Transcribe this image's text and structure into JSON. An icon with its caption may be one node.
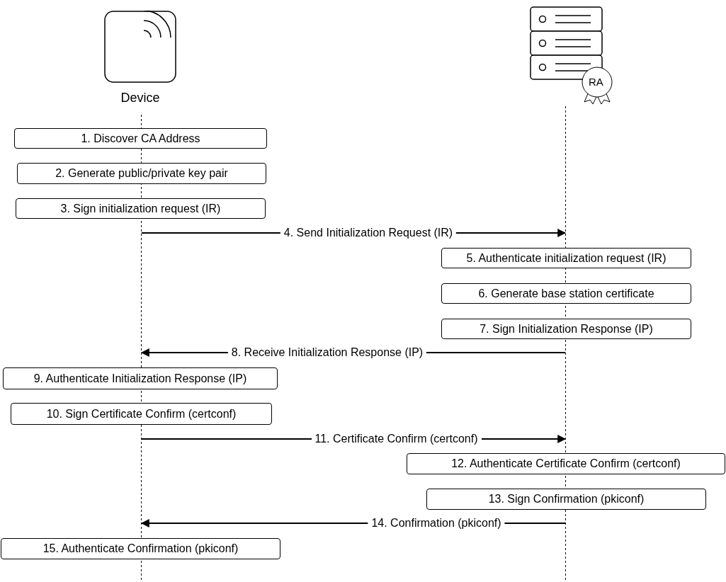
{
  "diagram": {
    "nodes": [
      {
        "text": [
          "Device"
        ]
      },
      {
        "text": [
          "RA"
        ]
      },
      {
        "text": [],
        "shape": "line"
      },
      {
        "text": [],
        "shape": "line"
      },
      {
        "text": [
          "1. Discover CA Address"
        ]
      },
      {
        "text": [
          "2. Generate public/private key pair"
        ]
      },
      {
        "text": [
          "3. Sign initialization request (IR)"
        ]
      },
      {
        "text": [
          "5. Authenticate initialization request (IR)"
        ]
      },
      {
        "text": [
          "6. Generate base station certificate"
        ]
      },
      {
        "text": [
          "7. Sign Initialization Response (IP)"
        ]
      },
      {
        "text": [
          "9. Authenticate Initialization Response (IP)"
        ]
      },
      {
        "text": [
          "10. Sign Certificate Confirm (certconf)"
        ]
      },
      {
        "text": [
          "12. Authenticate Certificate Confirm (certconf)"
        ]
      },
      {
        "text": [
          "13. Sign Confirmation (pkiconf)"
        ]
      },
      {
        "text": [
          "15. Authenticate Confirmation (pkiconf)"
        ]
      }
    ],
    "edges": [
      {
        "from": 2,
        "to": 3,
        "arrow": "to",
        "label": "4. Send Initialization Request (IR)"
      },
      {
        "from": 3,
        "to": 2,
        "arrow": "to",
        "label": "8. Receive Initialization Response (IP)"
      },
      {
        "from": 2,
        "to": 3,
        "arrow": "to",
        "label": "11. Certificate Confirm (certconf)"
      },
      {
        "from": 3,
        "to": 2,
        "arrow": "to",
        "label": "14. Confirmation (pkiconf)"
      }
    ]
  }
}
